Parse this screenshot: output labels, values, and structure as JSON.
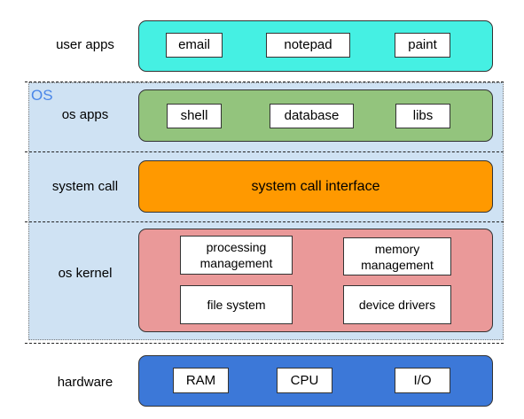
{
  "os_label": "OS",
  "layers": {
    "user_apps": {
      "label": "user apps",
      "components": [
        "email",
        "notepad",
        "paint"
      ]
    },
    "os_apps": {
      "label": "os apps",
      "components": [
        "shell",
        "database",
        "libs"
      ]
    },
    "system_call": {
      "label": "system call",
      "interface": "system call interface"
    },
    "os_kernel": {
      "label": "os kernel",
      "components": [
        "processing management",
        "memory management",
        "file system",
        "device drivers"
      ]
    },
    "hardware": {
      "label": "hardware",
      "components": [
        "RAM",
        "CPU",
        "I/O"
      ]
    }
  },
  "colors": {
    "user_apps": "#45f0e3",
    "os_apps": "#93c47d",
    "system_call": "#ff9900",
    "os_kernel": "#ea9999",
    "hardware": "#3c78d8",
    "os_region": "#cfe2f3",
    "os_label": "#4a86e8"
  }
}
